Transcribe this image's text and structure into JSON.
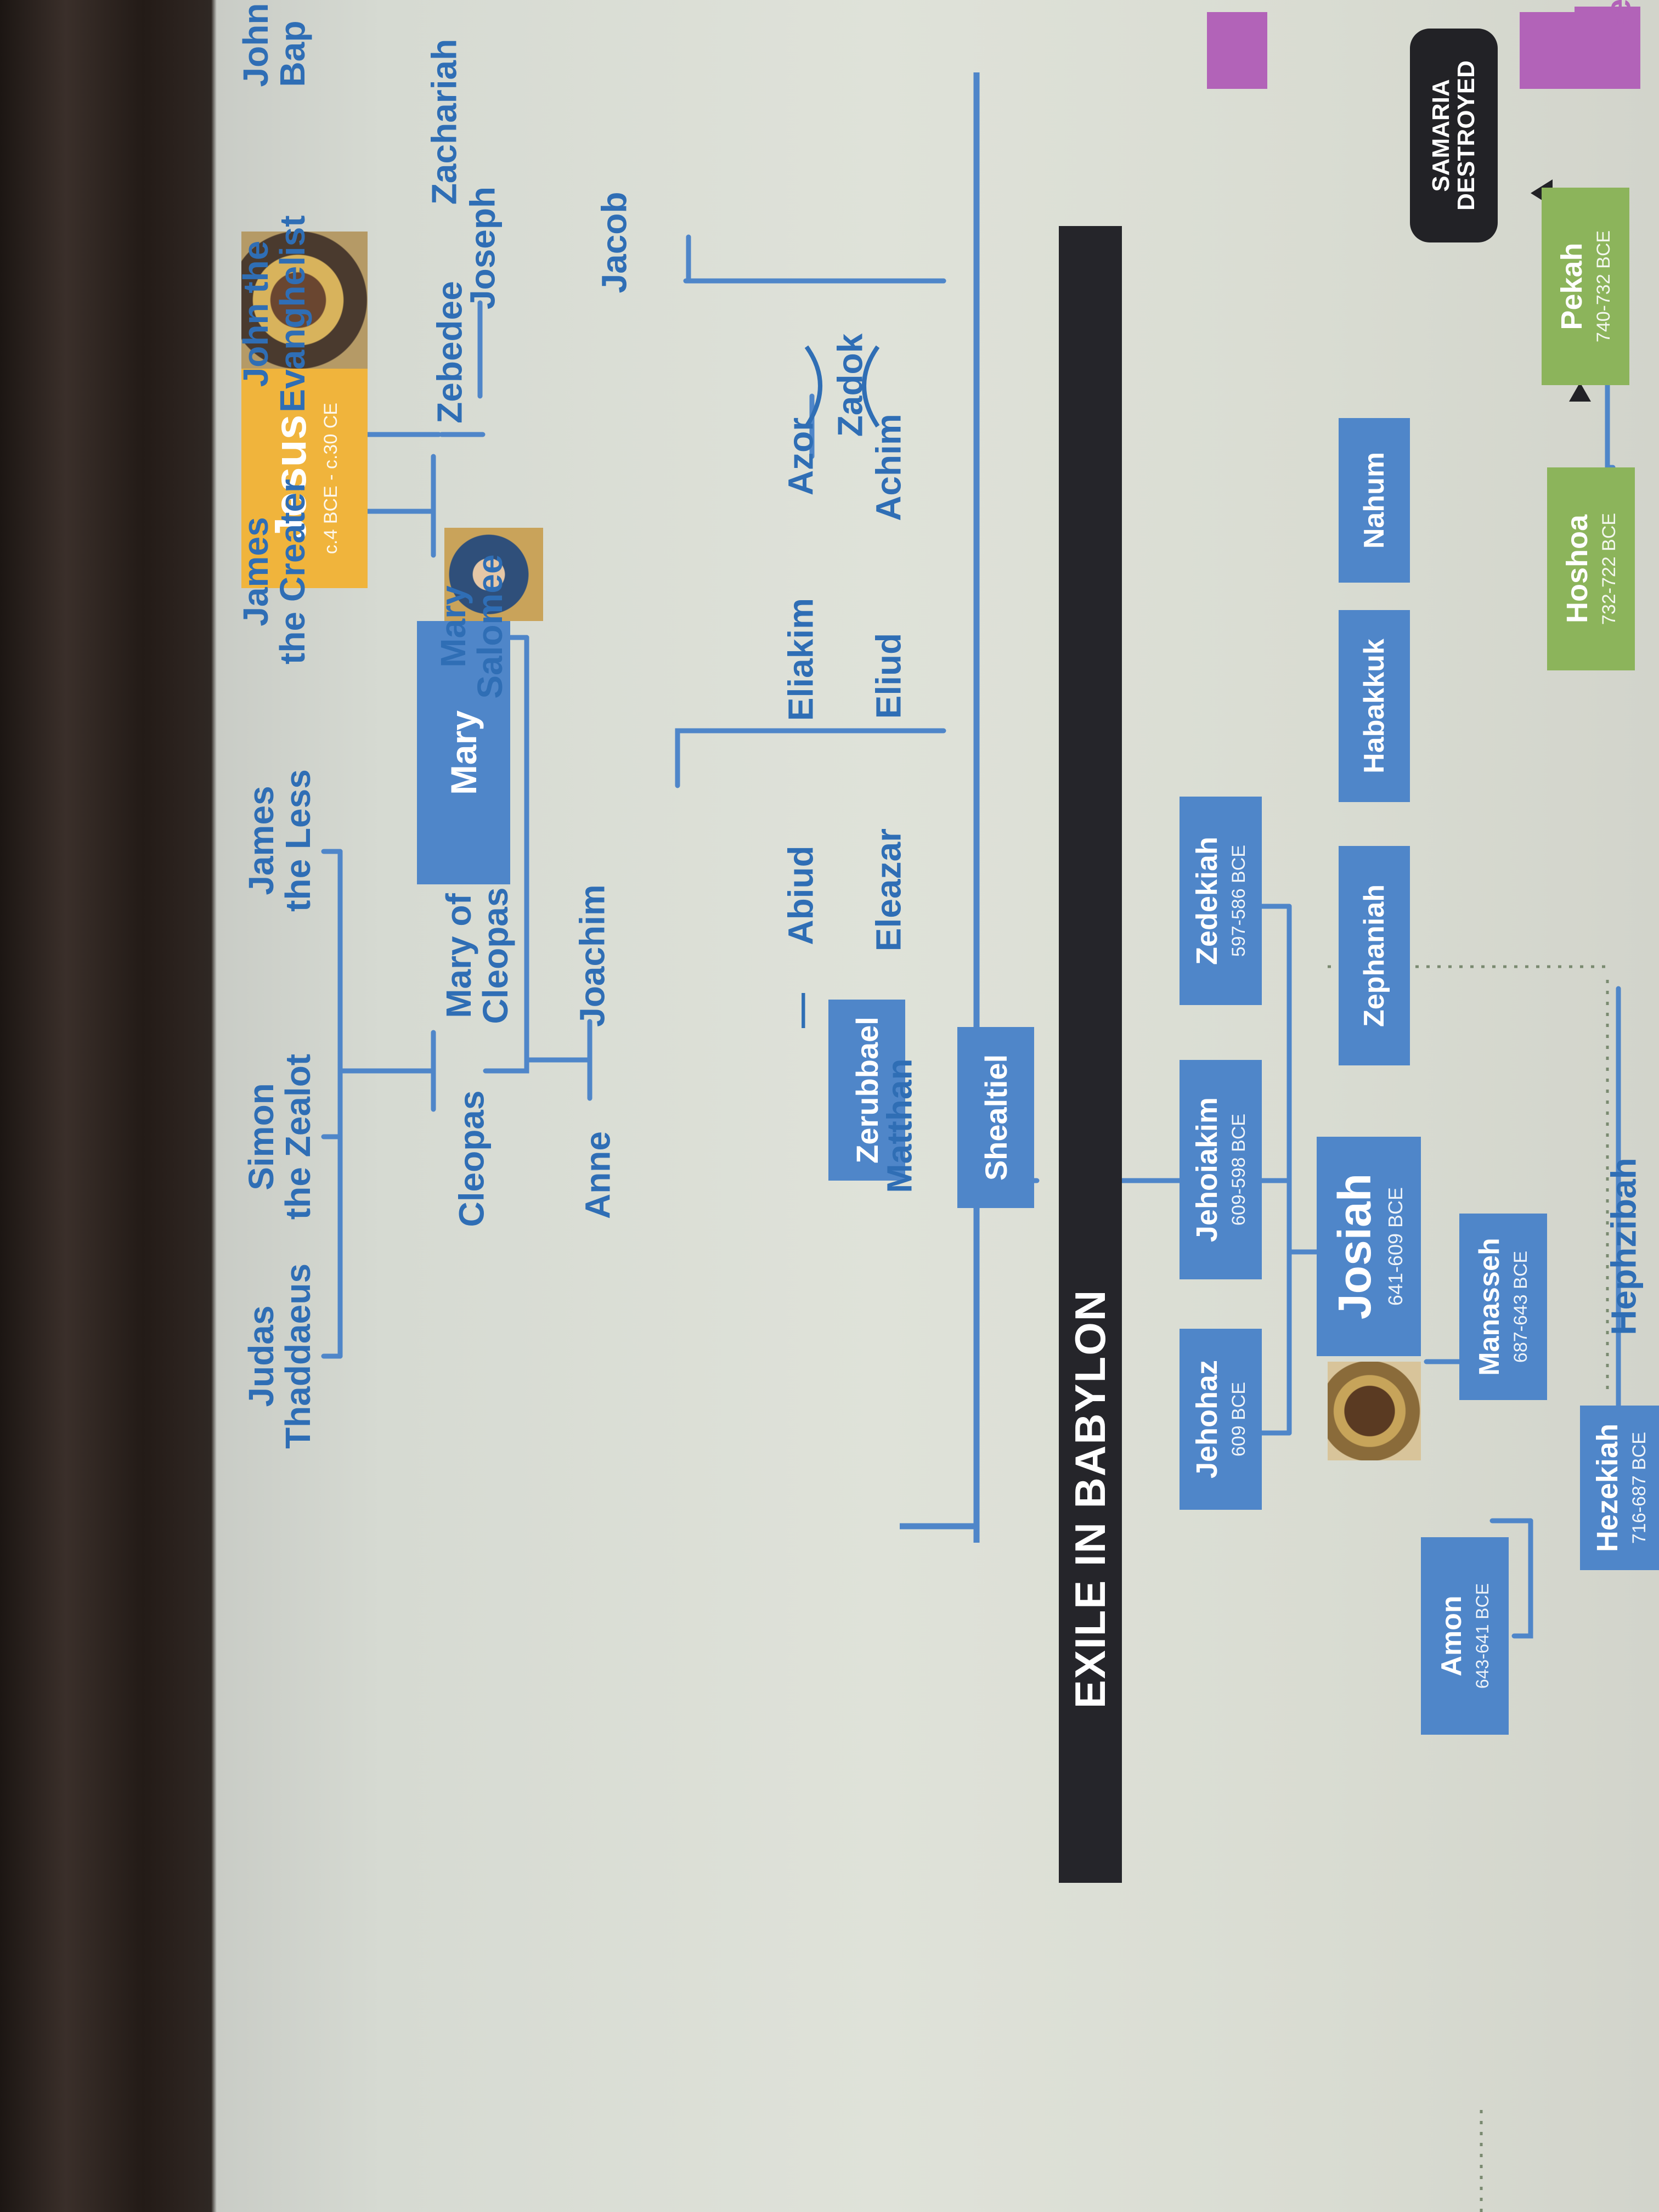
{
  "top": {
    "hephzibah": "Hephzibah",
    "hezekiah": {
      "name": "Hezekiah",
      "dates": "716-687 BCE"
    },
    "amon": {
      "name": "Amon",
      "dates": "643-641 BCE"
    },
    "manasseh": {
      "name": "Manasseh",
      "dates": "687-643 BCE"
    },
    "hoshoa": {
      "name": "Hoshoa",
      "dates": "732-722 BCE"
    },
    "pekah": {
      "name": "Pekah",
      "dates": "740-732 BCE"
    },
    "samaria": [
      "SAMARIA",
      "DESTROYED"
    ]
  },
  "kings": {
    "josiah": {
      "name": "Josiah",
      "dates": "641-609 BCE"
    },
    "jehohaz": {
      "name": "Jehohaz",
      "dates": "609 BCE"
    },
    "jehoiakim": {
      "name": "Jehoiakim",
      "dates": "609-598 BCE"
    },
    "zedekiah": {
      "name": "Zedekiah",
      "dates": "597-586 BCE"
    }
  },
  "prophets": [
    "Zephaniah",
    "Habakkuk",
    "Nahum"
  ],
  "exile": "EXILE IN BABYLON",
  "post_exile": {
    "shealtiel": "Shealtiel",
    "zerubbael": "Zerubbael",
    "line1": [
      "Abiud",
      "Eliakim",
      "Azor"
    ],
    "zadok": "Zadok",
    "line2": [
      "Matthan",
      "Eleazar",
      "Eliud",
      "Achim"
    ]
  },
  "family": {
    "anne": "Anne",
    "joachim": "Joachim",
    "jacob": "Jacob",
    "joseph": "Joseph",
    "mary": "Mary",
    "cleopas": "Cleopas",
    "mary_of_cleopas": [
      "Mary of",
      "Cleopas"
    ],
    "mary_salomee": [
      "Mary",
      "Salomee"
    ],
    "zebedee": "Zebedee",
    "zachariah": "Zachariah",
    "jesus": {
      "name": "Jesus",
      "dates": "c.4 BCE - c.30 CE"
    },
    "james_less": [
      "James",
      "the Less"
    ],
    "simon": [
      "Simon",
      "the Zealot"
    ],
    "judas": [
      "Judas",
      "Thaddaeus"
    ],
    "james_greater": [
      "James",
      "the Creater"
    ],
    "john_evangelist": [
      "John the",
      "Evanghelist"
    ],
    "john_baptist": [
      "John",
      "Bap"
    ]
  },
  "edge": {
    "ice": "ice"
  },
  "colors": {
    "blue": "#4f86c9",
    "green": "#8cb45b",
    "gold": "#f0b43c",
    "line": "#4f86c9",
    "text": "#2f6eb5",
    "dark": "#222226"
  }
}
